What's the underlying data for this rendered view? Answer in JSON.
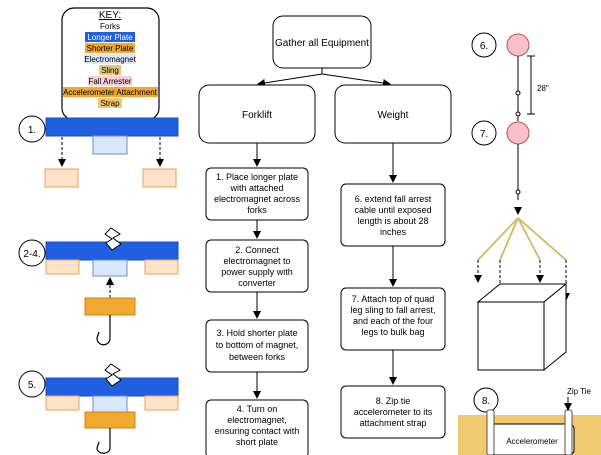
{
  "key": {
    "title": "KEY:",
    "items": [
      {
        "label": "Forks",
        "bg": "#ffffff"
      },
      {
        "label": "Longer Plate",
        "bg": "#1f5fe0",
        "fg": "#ffffff"
      },
      {
        "label": "Shorter Plate",
        "bg": "#f0a830"
      },
      {
        "label": "Electromagnet",
        "bg": "#dae8fc"
      },
      {
        "label": "Sling",
        "bg": "#e3c879"
      },
      {
        "label": "Fall Arrester",
        "bg": "#f8d0d8"
      },
      {
        "label": "Accelerometer Attachment",
        "bg": "#f0a830"
      },
      {
        "label": "Strap",
        "bg": "#f0c870"
      }
    ]
  },
  "steps": {
    "s1": "1.",
    "s2": "2-4.",
    "s5": "5.",
    "s6": "6.",
    "s7": "7.",
    "s8": "8."
  },
  "flow": {
    "start": "Gather all Equipment",
    "forklift": "Forklift",
    "weight": "Weight",
    "left_steps": [
      [
        "1. Place longer plate",
        "with attached",
        "electromagnet across",
        "forks"
      ],
      [
        "2. Connect",
        "electromagnet to",
        "power supply with",
        "converter"
      ],
      [
        "3. Hold shorter plate",
        "to bottom of magnet,",
        "between forks"
      ],
      [
        "4. Turn on",
        "electromagnet,",
        "ensuring contact with",
        "short plate"
      ]
    ],
    "right_steps": [
      [
        "6. extend fall arrest",
        "cable until exposed",
        "length is about 28",
        "inches"
      ],
      [
        "7. Attach top of quad",
        "leg sling to fall arrest,",
        "and each of the four",
        "legs to bulk bag"
      ],
      [
        "8. Zip tie",
        "accelerometer to its",
        "attachment strap"
      ]
    ]
  },
  "measure": "28\"",
  "zip_tie": "Zip Tie",
  "accelerometer": "Accelerometer",
  "colors": {
    "plate_blue": "#1f5fe0",
    "orange": "#f0a830",
    "fork_fill": "#fde3c8",
    "magnet_fill": "#dae8fc",
    "arrester_fill": "#f8c0c8",
    "sling": "#d4b860"
  }
}
